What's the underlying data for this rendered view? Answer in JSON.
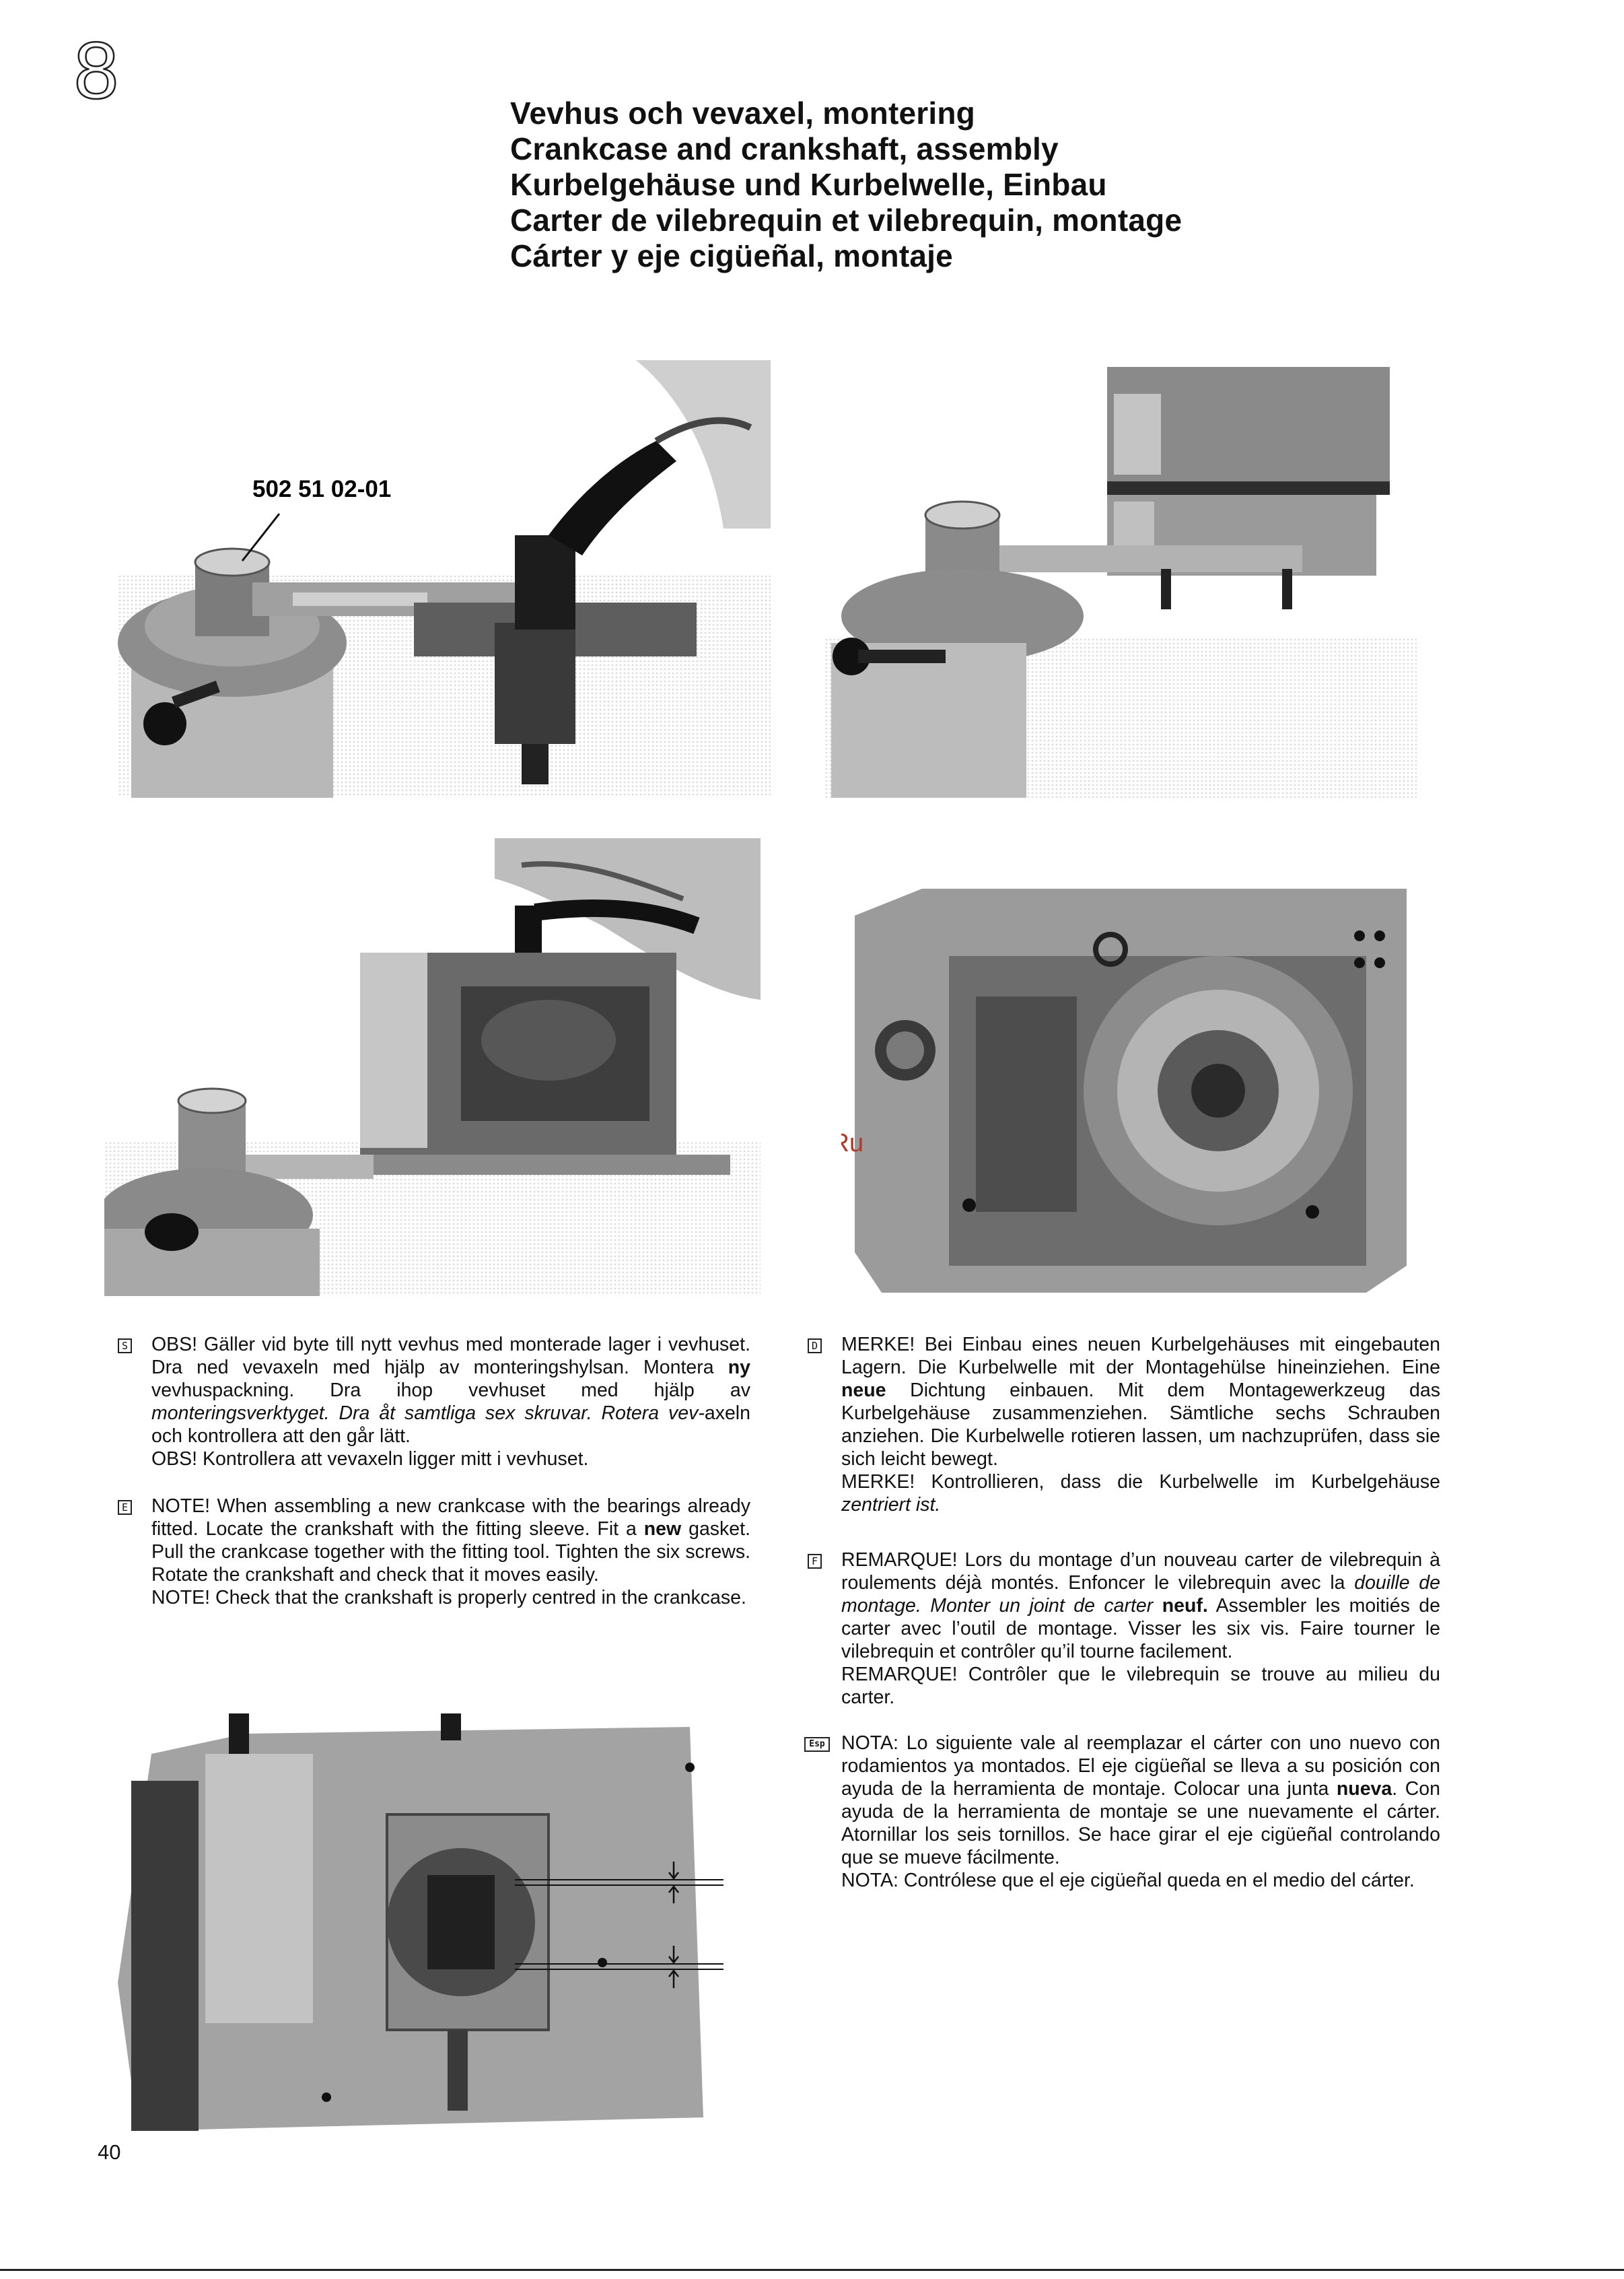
{
  "chapter": {
    "numeral": "8"
  },
  "titles": [
    "Vevhus och vevaxel, montering",
    "Crankcase and crankshaft, assembly",
    "Kurbelgehäuse und Kurbelwelle, Einbau",
    "Carter de vilebrequin et vilebrequin, montage",
    "Cárter y eje cigüeñal, montaje"
  ],
  "photos": {
    "p1": {
      "part_number": "502 51 02-01"
    },
    "p4": {
      "watermark": "McGrp.Ru"
    }
  },
  "sections": {
    "sv": {
      "tag": "S",
      "l1": "OBS! Gäller vid byte till nytt vevhus med monterade lager i vevhuset. Dra ned vevaxeln med hjälp av monteringshylsan. Montera ",
      "l1_bold": "ny",
      "l1b": " vevhuspackning. Dra ihop vevhuset med hjälp av ",
      "l1_it": "monteringsverktyget. Dra åt samtliga sex skruvar. Rotera vev-",
      "l1c": "axeln och kontrollera att den går lätt.",
      "l2": "OBS! Kontrollera att vevaxeln ligger mitt i vevhuset."
    },
    "en": {
      "tag": "E",
      "l1": "NOTE! When assembling a new crankcase with the bearings already fitted. Locate the crankshaft with the fitting sleeve. Fit a ",
      "l1_bold": "new",
      "l1b": " gasket. Pull the crankcase together with the fitting tool. Tighten the six screws. Rotate the crankshaft and check that it moves easily.",
      "l2": "NOTE! Check that the crankshaft is properly centred in the crankcase."
    },
    "de": {
      "tag": "D",
      "l1": "MERKE! Bei Einbau eines neuen Kurbelgehäuses mit eingebauten Lagern. Die Kurbelwelle mit der Montagehülse hineinziehen. Eine ",
      "l1_bold": "neue",
      "l1b": " Dichtung einbauen. Mit dem Montagewerkzeug das Kurbelgehäuse zusammenziehen. Sämtliche sechs Schrauben anziehen. Die Kurbelwelle rotieren lassen, um nachzuprüfen, dass sie sich leicht bewegt.",
      "l2": "MERKE! Kontrollieren, dass die Kurbelwelle im Kurbelgehäuse ",
      "l2_it": "zentriert ist."
    },
    "fr": {
      "tag": "F",
      "l1": "REMARQUE! Lors du montage d’un nouveau carter de vilebrequin à roulements déjà montés. Enfoncer le vilebrequin avec la ",
      "l1_it": "douille de montage. Monter un joint de carter ",
      "l1_bold": "neuf.",
      "l1b": " Assembler les moitiés de carter avec l’outil de montage. Visser les six vis. Faire tourner le vilebrequin et contrôler qu’il tourne facilement.",
      "l2": "REMARQUE! Contrôler que le vilebrequin se trouve au milieu du carter."
    },
    "es": {
      "tag": "Esp",
      "l1": "NOTA: Lo siguiente vale al reemplazar el cárter con uno nuevo con rodamientos ya montados. El eje cigüeñal se lleva a su posición con ayuda de la herramienta de montaje. Colocar una junta ",
      "l1_bold": "nueva",
      "l1b": ". Con ayuda de la herramienta de montaje se une nuevamente el cárter. Atornillar los seis tornillos. Se hace girar el eje cigüeñal controlando que se mueve fácilmente.",
      "l2": "NOTA: Contrólese que el eje cigüeñal queda en el medio del cárter."
    }
  },
  "page_number": "40"
}
